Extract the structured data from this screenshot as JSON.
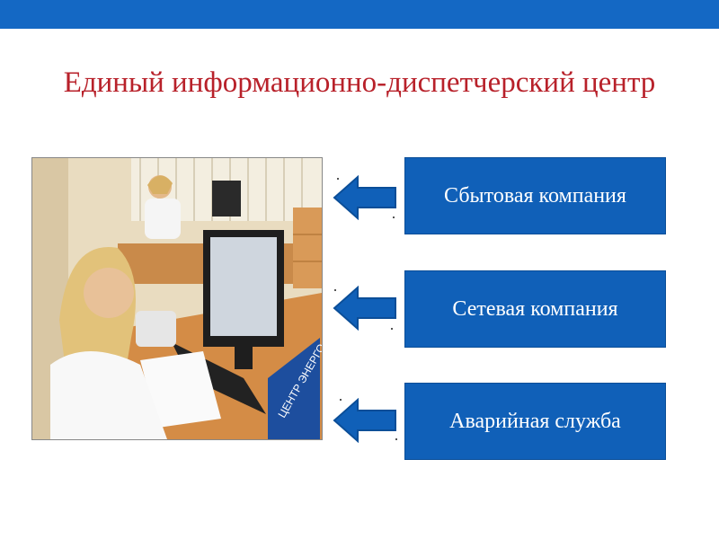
{
  "header": {
    "accent_color": "#1468c4"
  },
  "slide": {
    "title": "Единый информационно-диспетчерский центр",
    "title_color": "#b8212a"
  },
  "photo": {
    "description_icon": "office-photo",
    "banner_text": "ЦЕНТР ЭНЕРГО"
  },
  "boxes": [
    {
      "label": "Сбытовая компания"
    },
    {
      "label": "Сетевая компания"
    },
    {
      "label": "Аварийная служба"
    }
  ],
  "colors": {
    "box": "#1060b8",
    "arrow": "#1060b8"
  }
}
